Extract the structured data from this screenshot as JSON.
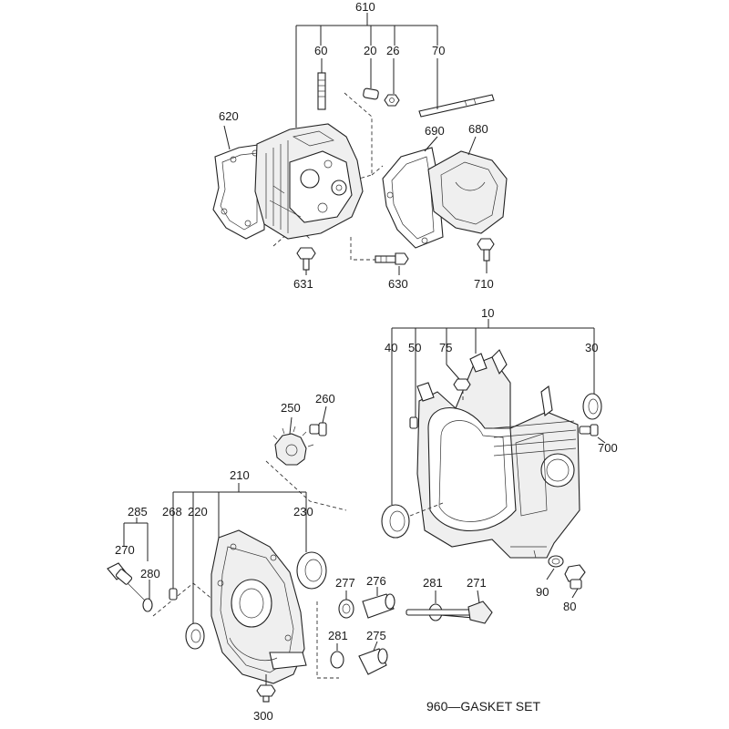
{
  "labels": {
    "l610": "610",
    "l60": "60",
    "l20": "20",
    "l26": "26",
    "l70": "70",
    "l620": "620",
    "l690": "690",
    "l680": "680",
    "l631": "631",
    "l630": "630",
    "l710": "710",
    "l10": "10",
    "l40": "40",
    "l50": "50",
    "l75": "75",
    "l30": "30",
    "l700": "700",
    "l90": "90",
    "l80": "80",
    "l250": "250",
    "l260": "260",
    "l210": "210",
    "l285": "285",
    "l268": "268",
    "l220": "220",
    "l230": "230",
    "l270": "270",
    "l280": "280",
    "l277": "277",
    "l276": "276",
    "l281a": "281",
    "l271": "271",
    "l281b": "281",
    "l275": "275",
    "l300": "300"
  },
  "footer": "960—GASKET SET"
}
